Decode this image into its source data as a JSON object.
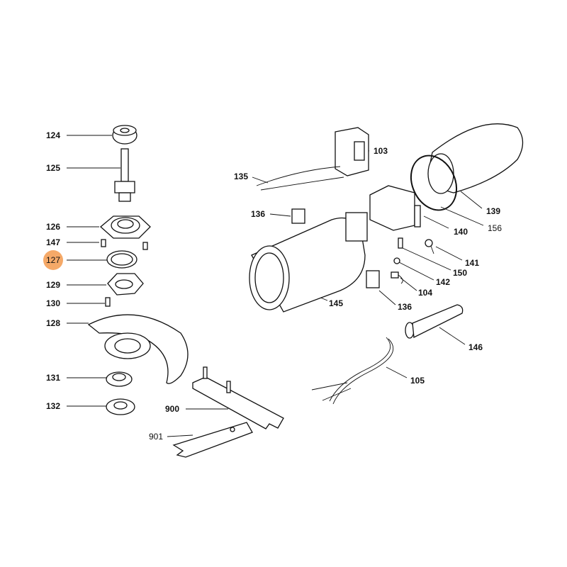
{
  "diagram": {
    "highlight_color": "#f5a968",
    "callouts": [
      {
        "id": "c124",
        "text": "124",
        "bold": true
      },
      {
        "id": "c125",
        "text": "125",
        "bold": true
      },
      {
        "id": "c126",
        "text": "126",
        "bold": true
      },
      {
        "id": "c147",
        "text": "147",
        "bold": true
      },
      {
        "id": "c127",
        "text": "127",
        "bold": false,
        "highlighted": true
      },
      {
        "id": "c129",
        "text": "129",
        "bold": true
      },
      {
        "id": "c130",
        "text": "130",
        "bold": true
      },
      {
        "id": "c128",
        "text": "128",
        "bold": true
      },
      {
        "id": "c131",
        "text": "131",
        "bold": true
      },
      {
        "id": "c132",
        "text": "132",
        "bold": true
      },
      {
        "id": "c900",
        "text": "900",
        "bold": true
      },
      {
        "id": "c901",
        "text": "901",
        "bold": false
      },
      {
        "id": "c135",
        "text": "135",
        "bold": true
      },
      {
        "id": "c103",
        "text": "103",
        "bold": true
      },
      {
        "id": "c136a",
        "text": "136",
        "bold": true
      },
      {
        "id": "c145",
        "text": "145",
        "bold": true
      },
      {
        "id": "c139",
        "text": "139",
        "bold": true
      },
      {
        "id": "c156",
        "text": "156",
        "bold": false
      },
      {
        "id": "c140",
        "text": "140",
        "bold": true
      },
      {
        "id": "c141",
        "text": "141",
        "bold": true
      },
      {
        "id": "c150",
        "text": "150",
        "bold": true
      },
      {
        "id": "c142",
        "text": "142",
        "bold": true
      },
      {
        "id": "c104",
        "text": "104",
        "bold": true
      },
      {
        "id": "c136b",
        "text": "136",
        "bold": true
      },
      {
        "id": "c146",
        "text": "146",
        "bold": true
      },
      {
        "id": "c105",
        "text": "105",
        "bold": true
      }
    ]
  }
}
